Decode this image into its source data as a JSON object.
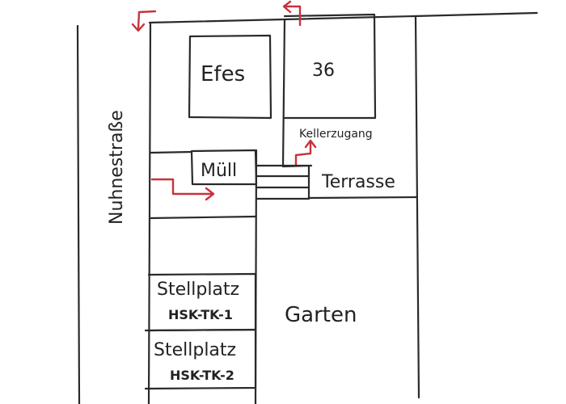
{
  "labels": {
    "street": "Nuhnestraße",
    "restaurant": "Efes",
    "house_number": "36",
    "basement_access": "Kellerzugang",
    "waste": "Müll",
    "terrace": "Terrasse",
    "garden": "Garten",
    "parking_1_title": "Stellplatz",
    "parking_1_code": "HSK-TK-1",
    "parking_2_title": "Stellplatz",
    "parking_2_code": "HSK-TK-2"
  },
  "colors": {
    "ink": "#2a2a2a",
    "arrow": "#c8323c",
    "background": "#ffffff"
  }
}
